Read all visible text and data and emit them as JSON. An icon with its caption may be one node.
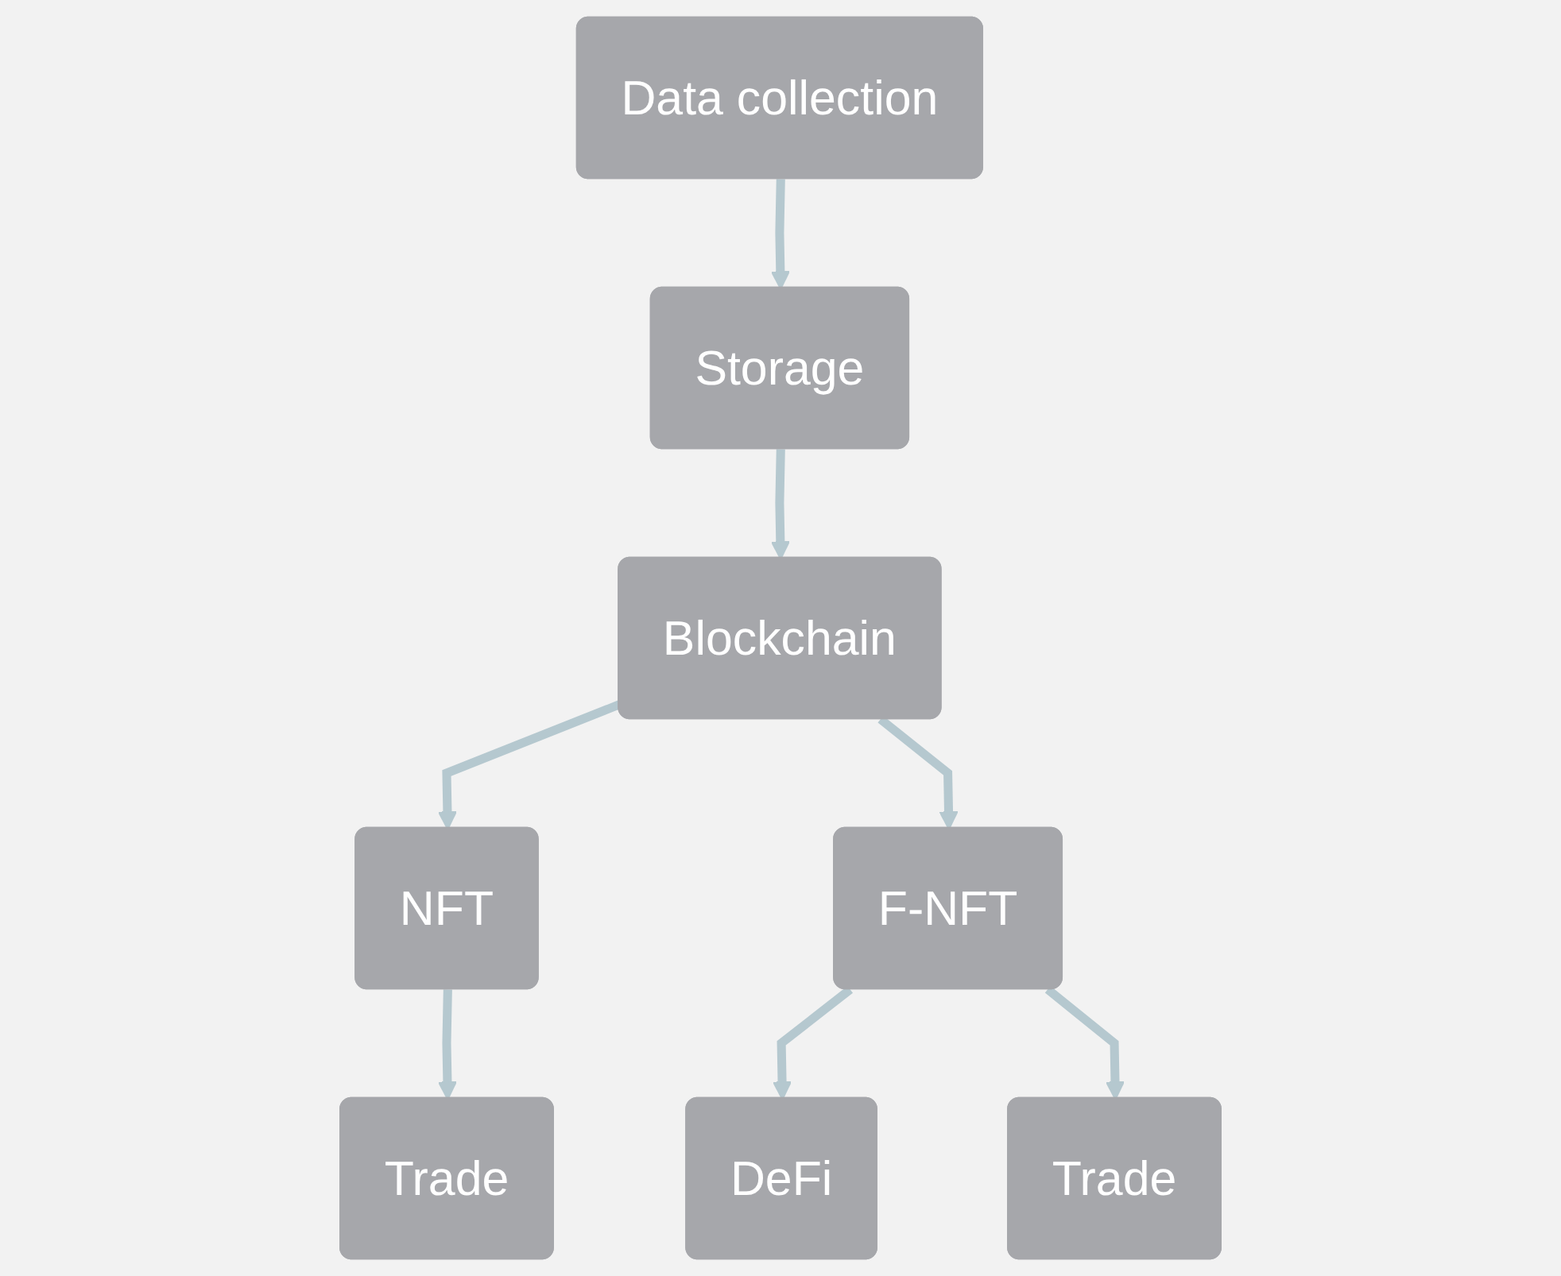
{
  "diagram": {
    "nodes": [
      {
        "text": [
          "Data collection"
        ]
      },
      {
        "text": [
          "Storage"
        ]
      },
      {
        "text": [
          "Blockchain"
        ]
      },
      {
        "text": [
          "NFT"
        ]
      },
      {
        "text": [
          "Trade"
        ]
      },
      {
        "text": [
          "F-NFT"
        ]
      },
      {
        "text": [
          "DeFi"
        ]
      },
      {
        "text": [
          "Trade"
        ]
      }
    ],
    "edges": [
      {
        "from": 0,
        "to": 1,
        "arrow": "to"
      },
      {
        "from": 1,
        "to": 2,
        "arrow": "to"
      },
      {
        "from": 2,
        "to": 3,
        "arrow": "to"
      },
      {
        "from": 3,
        "to": 4,
        "arrow": "to"
      },
      {
        "from": 2,
        "to": 5,
        "arrow": "to"
      },
      {
        "from": 5,
        "to": 6,
        "arrow": "to"
      },
      {
        "from": 5,
        "to": 7,
        "arrow": "to"
      }
    ]
  }
}
